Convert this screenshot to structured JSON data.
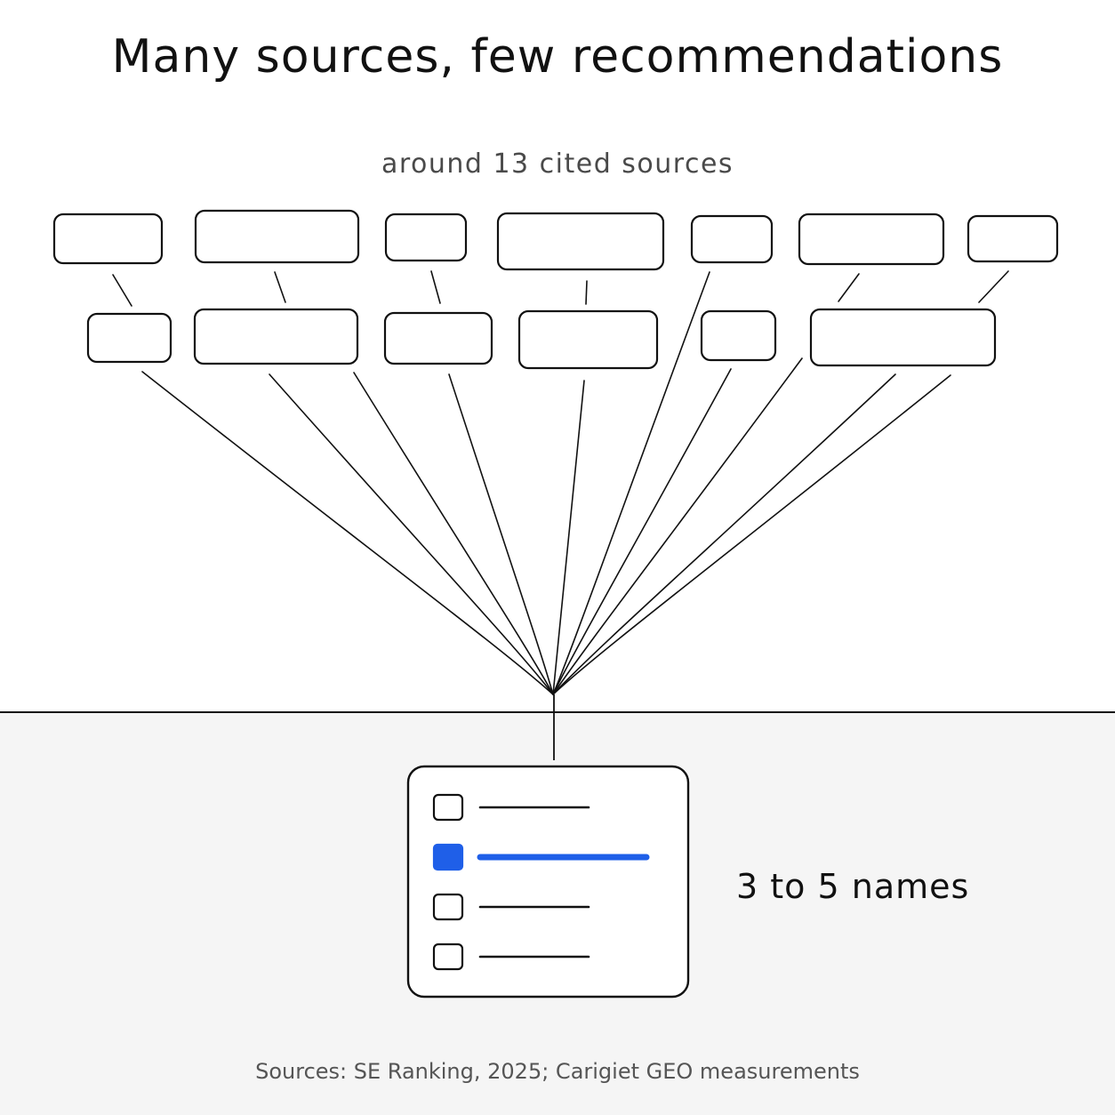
{
  "title": "Many sources, few recommendations",
  "sources_caption": "around 13 cited sources",
  "result_caption": "3 to 5 names",
  "footnote": "Sources: SE Ranking, 2025; Carigiet GEO measurements",
  "colors": {
    "ink": "#111111",
    "accent": "#1f5fe8",
    "panel": "#f5f5f5"
  },
  "result_list": {
    "items": 4,
    "highlighted_index": 1
  }
}
